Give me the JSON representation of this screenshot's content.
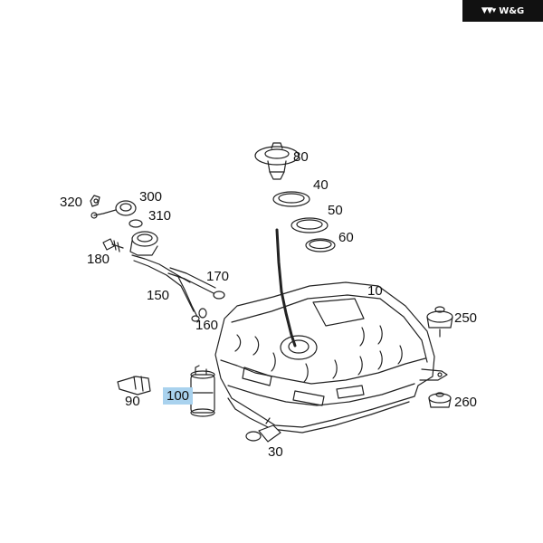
{
  "brand": {
    "logo_text": "W&G",
    "logo_icon": "wing-mark-icon"
  },
  "highlight_color": "#a9d2ee",
  "highlighted_part": "100",
  "callouts": {
    "p10": "10",
    "p30": "30",
    "p40": "40",
    "p50": "50",
    "p60": "60",
    "p80": "80",
    "p90": "90",
    "p100": "100",
    "p150": "150",
    "p160": "160",
    "p170": "170",
    "p180": "180",
    "p250": "250",
    "p260": "260",
    "p300": "300",
    "p310": "310",
    "p320": "320"
  }
}
